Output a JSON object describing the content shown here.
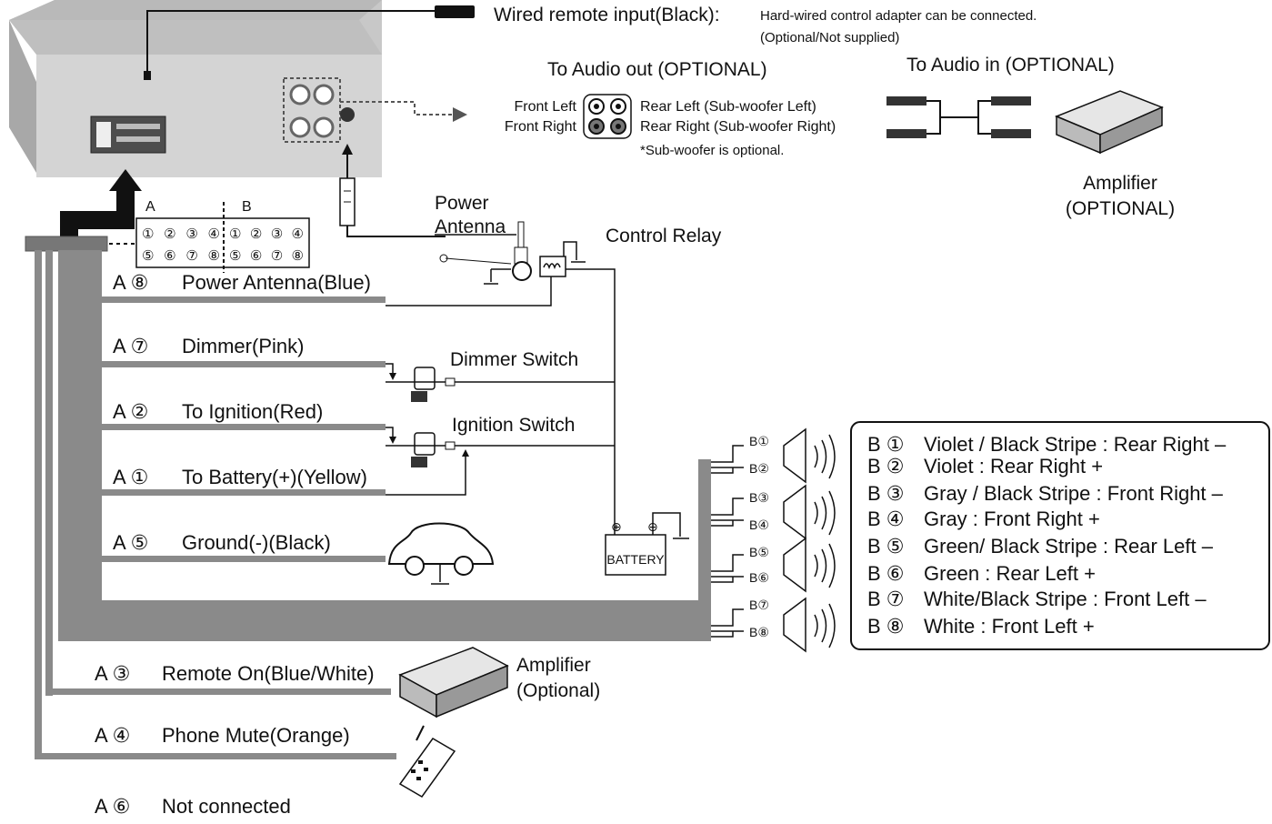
{
  "remote_input": {
    "label": "Wired remote input(Black):",
    "note": "Hard-wired control adapter can be connected.",
    "note2": "(Optional/Not supplied)"
  },
  "audio_out": {
    "title": "To Audio out (OPTIONAL)",
    "front_left": "Front Left",
    "front_right": "Front Right",
    "rear_left": "Rear Left (Sub-woofer Left)",
    "rear_right": "Rear Right (Sub-woofer Right)",
    "footnote": "*Sub-woofer is optional."
  },
  "audio_in": {
    "title": "To Audio in (OPTIONAL)",
    "amp_line1": "Amplifier",
    "amp_line2": "(OPTIONAL)"
  },
  "connector": {
    "a_label": "A",
    "b_label": "B",
    "a_row1": "①②③④",
    "a_row2": "⑤⑥⑦⑧",
    "b_row1": "①②③④",
    "b_row2": "⑤⑥⑦⑧"
  },
  "components": {
    "power_antenna_line1": "Power",
    "power_antenna_line2": "Antenna",
    "control_relay": "Control Relay",
    "dimmer_switch": "Dimmer Switch",
    "ignition_switch": "Ignition Switch",
    "battery": "BATTERY",
    "amp_line1": "Amplifier",
    "amp_line2": "(Optional)"
  },
  "wires": [
    {
      "pin": "A ⑧",
      "label": "Power Antenna(Blue)"
    },
    {
      "pin": "A ⑦",
      "label": "Dimmer(Pink)"
    },
    {
      "pin": "A ②",
      "label": "To Ignition(Red)"
    },
    {
      "pin": "A ①",
      "label": "To Battery(+)(Yellow)"
    },
    {
      "pin": "A ⑤",
      "label": "Ground(-)(Black)"
    },
    {
      "pin": "A ③",
      "label": "Remote On(Blue/White)"
    },
    {
      "pin": "A ④",
      "label": "Phone Mute(Orange)"
    },
    {
      "pin": "A ⑥",
      "label": "Not connected"
    }
  ],
  "speaker_tags": [
    "B①",
    "B②",
    "B③",
    "B④",
    "B⑤",
    "B⑥",
    "B⑦",
    "B⑧"
  ],
  "legend": [
    {
      "pin": "B ①",
      "text": "Violet / Black Stripe : Rear Right –"
    },
    {
      "pin": "B ②",
      "text": "Violet : Rear Right +"
    },
    {
      "pin": "B ③",
      "text": "Gray / Black Stripe : Front Right –"
    },
    {
      "pin": "B ④",
      "text": "Gray : Front Right +"
    },
    {
      "pin": "B ⑤",
      "text": "Green/ Black Stripe : Rear Left –"
    },
    {
      "pin": "B ⑥",
      "text": "Green : Rear Left +"
    },
    {
      "pin": "B ⑦",
      "text": "White/Black Stripe : Front Left –"
    },
    {
      "pin": "B ⑧",
      "text": "White : Front Left +"
    }
  ],
  "colors": {
    "wire": "#8a8a8a",
    "unit": "#d9d9d9",
    "ink": "#111111"
  }
}
